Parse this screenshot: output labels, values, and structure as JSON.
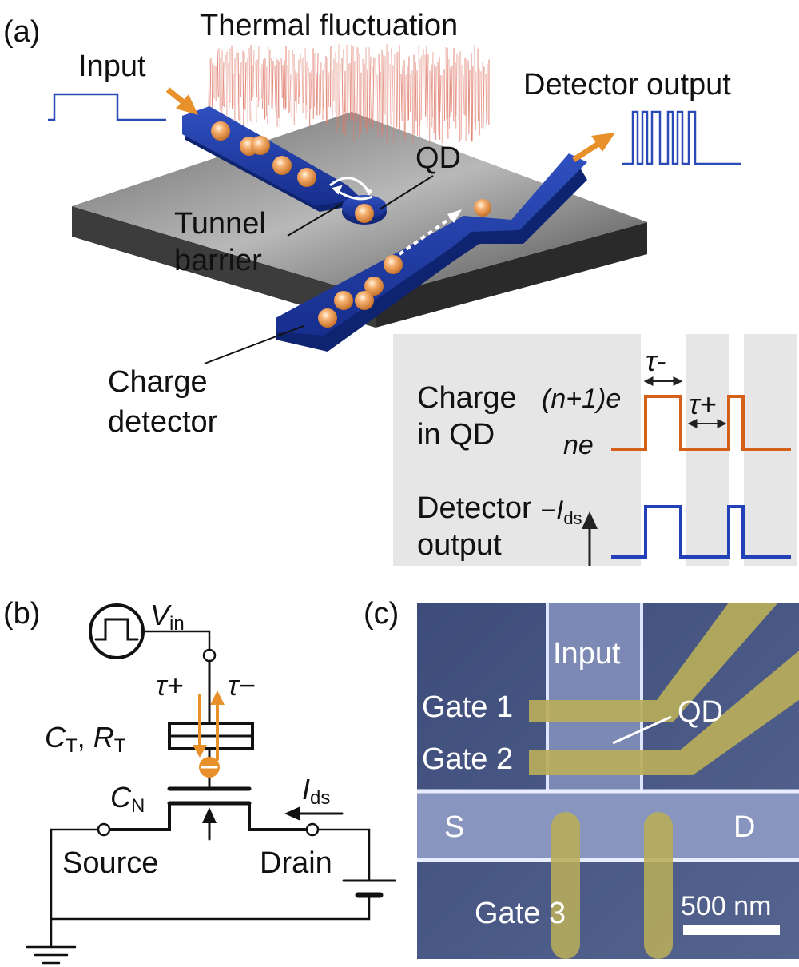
{
  "panel_a": {
    "label": "(a)",
    "thermal_fluctuation": "Thermal fluctuation",
    "input": "Input",
    "detector_output_top": "Detector output",
    "qd": "QD",
    "tunnel_1": "Tunnel",
    "tunnel_2": "barrier",
    "charge_det_1": "Charge",
    "charge_det_2": "detector",
    "inset": {
      "tau_minus": "τ-",
      "tau_plus": "τ+",
      "charge_1": "Charge",
      "charge_2": "in QD",
      "n1e": "(n+1)e",
      "ne": "ne",
      "minus_ids": "−I",
      "minus_ids_sub": "ds",
      "det_1": "Detector",
      "det_2": "output"
    }
  },
  "panel_b": {
    "label": "(b)",
    "vin": "V",
    "vin_sub": "in",
    "tau_plus": "τ+",
    "tau_minus": "τ−",
    "ct": "C",
    "ct_sub": "T",
    "comma": ", ",
    "rt": "R",
    "rt_sub": "T",
    "cn": "C",
    "cn_sub": "N",
    "ids": "I",
    "ids_sub": "ds",
    "source": "Source",
    "drain": "Drain"
  },
  "panel_c": {
    "label": "(c)",
    "input": "Input",
    "gate1": "Gate 1",
    "gate2": "Gate 2",
    "qd": "QD",
    "s": "S",
    "d": "D",
    "gate3": "Gate 3",
    "scale": "500 nm"
  },
  "colors": {
    "orange": "#e8912a",
    "wire_blue": "#1f3fa8",
    "trace_orange": "#d4601a",
    "trace_blue": "#2240b8",
    "substrate": "#6f6f6f",
    "thermal": "#e07a6a",
    "sem_bg": "#4a5a86",
    "gate_yellow": "#b8ad5a"
  }
}
